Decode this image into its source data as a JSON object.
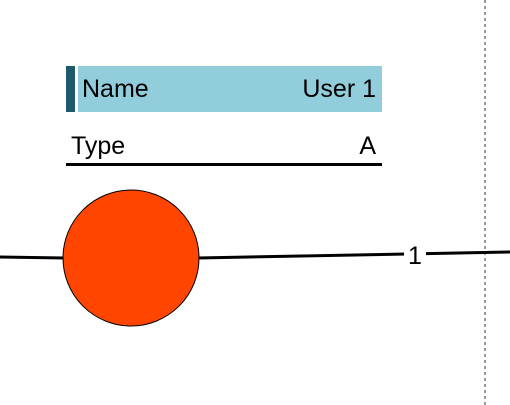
{
  "node_card": {
    "name_label": "Name",
    "name_value": "User 1",
    "type_label": "Type",
    "type_value": "A"
  },
  "edge": {
    "label": "1"
  },
  "colors": {
    "header_fill": "#92cddb",
    "header_accent": "#1f5a6a",
    "node_fill": "#ff4500",
    "line": "#000000"
  }
}
